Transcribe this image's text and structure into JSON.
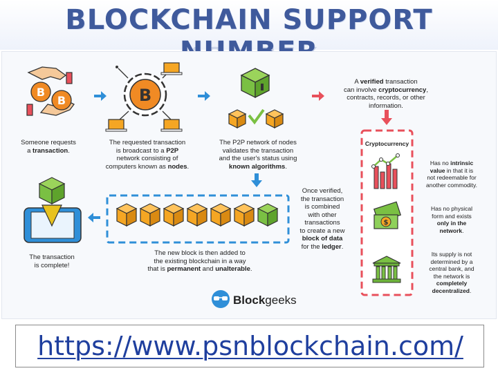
{
  "title": "BLOCKCHAIN SUPPORT NUMBER",
  "url": "https://www.psnblockchain.com/",
  "brand": {
    "name": "Blockgeeks",
    "name_a": "Block",
    "name_b": "geeks"
  },
  "steps": {
    "step1": [
      "Someone requests",
      "a |transaction|."
    ],
    "step2": [
      "The requested transaction",
      "is broadcast to a |P2P|",
      "network consisting of",
      "computers known as |nodes|."
    ],
    "step3": [
      "The P2P network of nodes",
      "validates the transaction",
      "and the user's status using",
      "|known algorithms|."
    ],
    "step4": [
      "A |verified| transaction",
      "can involve |cryptocurrency|,",
      "contracts, records, or other",
      "information."
    ],
    "step5": [
      "Once verified,",
      "the transaction",
      "is combined",
      "with other",
      "transactions",
      "to create a new",
      "|block of data|",
      "for the |ledger|."
    ],
    "step6": [
      "The new block is then added to",
      "the existing blockchain in a way",
      "that is |permanent| and |unalterable|."
    ],
    "step7": [
      "The transaction",
      "is complete!"
    ]
  },
  "crypto": {
    "heading": "Cryptocurrency",
    "points": [
      [
        "Has no |intrinsic|",
        "|value| in that it is",
        "not redeemable for",
        "another commodity."
      ],
      [
        "Has no physical",
        "form and exists",
        "|only in the|",
        "|network|."
      ],
      [
        "Its supply is not",
        "determined by a",
        "central bank, and",
        "the network is",
        "|completely|",
        "|decentralized|."
      ]
    ]
  },
  "colors": {
    "cube_green": "#7ac043",
    "cube_orange": "#f5a623",
    "coin": "#f08a24",
    "arrow_blue": "#2f8fd8",
    "arrow_red": "#e8505b",
    "title_blue": "#3f5a9c",
    "url_blue": "#1f3f9e"
  },
  "icons": [
    "hand-coin-icon",
    "bitcoin-network-icon",
    "cube-nodes-icon",
    "phone-cube-icon",
    "chart-icon",
    "cash-icon",
    "bank-icon",
    "glasses-logo-icon"
  ]
}
